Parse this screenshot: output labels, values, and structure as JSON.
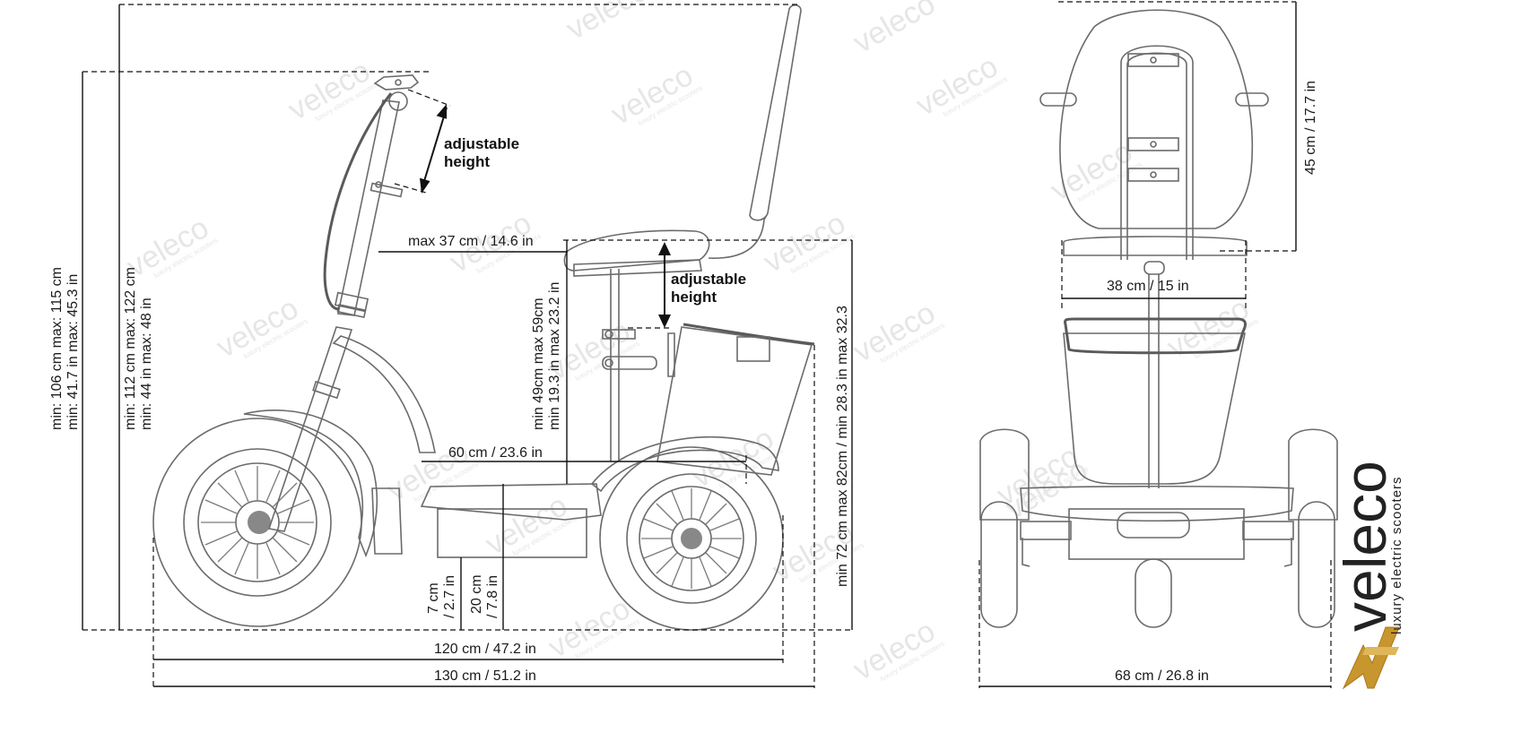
{
  "brand": {
    "name": "veleco",
    "tagline": "luxury electric scooters",
    "logo_color": "#c8962e"
  },
  "watermark": {
    "name": "veleco",
    "tagline": "luxury electric scooters"
  },
  "side_view": {
    "handlebar_height_outer": "min: 106 cm  max: 115 cm",
    "handlebar_height_outer_in": "min: 41.7 in max: 45.3 in",
    "handlebar_height_inner": "min: 112 cm  max: 122 cm",
    "handlebar_height_inner_in": "min: 44 in max: 48 in",
    "adjustable_handlebar": [
      "adjustable",
      "height"
    ],
    "seat_to_stem": "max 37 cm / 14.6 in",
    "adjustable_seat": [
      "adjustable",
      "height"
    ],
    "seat_height": "min 49cm  max 59cm",
    "seat_height_in": "min 19.3 in max 23.2 in",
    "deck_length": "60 cm / 23.6 in",
    "ground_clearance": "7 cm",
    "ground_clearance_in": "/ 2.7 in",
    "deck_height": "20 cm",
    "deck_height_in": "/ 7.8 in",
    "total_height": "min 72 cm max 82cm / min 28.3 in max 32.3",
    "wheelbase": "120 cm / 47.2 in",
    "total_length": "130 cm / 51.2 in"
  },
  "rear_view": {
    "backrest_height": "45 cm / 17.7 in",
    "seat_width": "38 cm / 15 in",
    "total_width": "68 cm / 26.8 in"
  },
  "colors": {
    "line": "#6b6b6b",
    "dimension": "#111111",
    "watermark": "#e6e6e6"
  }
}
